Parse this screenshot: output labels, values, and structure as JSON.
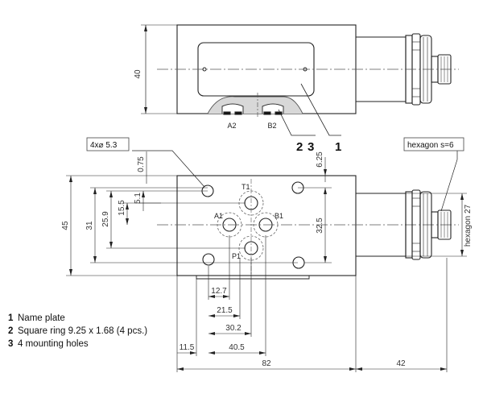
{
  "top_view": {
    "dim_height": "40",
    "ports": [
      "A2",
      "B2"
    ],
    "callouts": [
      "2",
      "3",
      "1"
    ]
  },
  "front_view": {
    "hole_note": "4x⌀ 5.3",
    "hexagon_note": "hexagon s=6",
    "hexagon_side": "hexagon 27",
    "ports": {
      "t": "T1",
      "a": "A1",
      "b": "B1",
      "p": "P1"
    },
    "dims_vertical": {
      "d45": "45",
      "d31": "31",
      "d25_9": "25.9",
      "d15_5": "15.5",
      "d5_1": "5.1",
      "d0_75": "0.75",
      "d6_25": "6.25",
      "d32_5": "32.5"
    },
    "dims_horizontal": {
      "d12_7": "12.7",
      "d21_5": "21.5",
      "d30_2": "30.2",
      "d11_5": "11.5",
      "d40_5": "40.5",
      "d82": "82",
      "d42": "42"
    }
  },
  "legend": [
    {
      "num": "1",
      "text": "Name plate"
    },
    {
      "num": "2",
      "text": "Square ring 9.25 x 1.68 (4 pcs.)"
    },
    {
      "num": "3",
      "text": "4 mounting holes"
    }
  ]
}
